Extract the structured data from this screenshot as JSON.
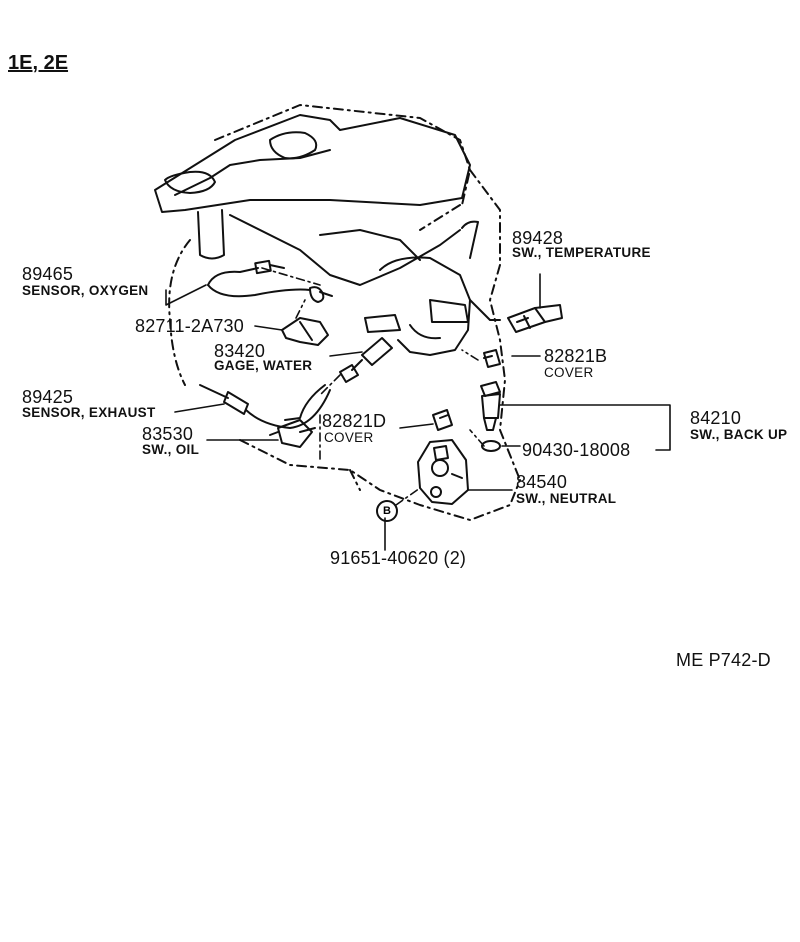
{
  "header": {
    "model": "1E, 2E"
  },
  "figure_code": "ME P742-D",
  "bolt_marker": "B",
  "parts": {
    "temp_switch": {
      "number": "89428",
      "name": "SW., TEMPERATURE"
    },
    "oxygen_sensor": {
      "number": "89465",
      "name": "SENSOR, OXYGEN"
    },
    "bracket": {
      "number": "82711-2A730"
    },
    "water_gage": {
      "number": "83420",
      "name": "GAGE, WATER"
    },
    "cover_b": {
      "number": "82821B",
      "name": "COVER"
    },
    "exhaust_sensor": {
      "number": "89425",
      "name": "SENSOR, EXHAUST"
    },
    "cover_d": {
      "number": "82821D",
      "name": "COVER"
    },
    "backup_switch": {
      "number": "84210",
      "name": "SW., BACK UP"
    },
    "oil_switch": {
      "number": "83530",
      "name": "SW., OIL"
    },
    "gasket": {
      "number": "90430-18008"
    },
    "neutral_switch": {
      "number": "84540",
      "name": "SW., NEUTRAL"
    },
    "bolt": {
      "number": "91651-40620 (2)"
    }
  }
}
